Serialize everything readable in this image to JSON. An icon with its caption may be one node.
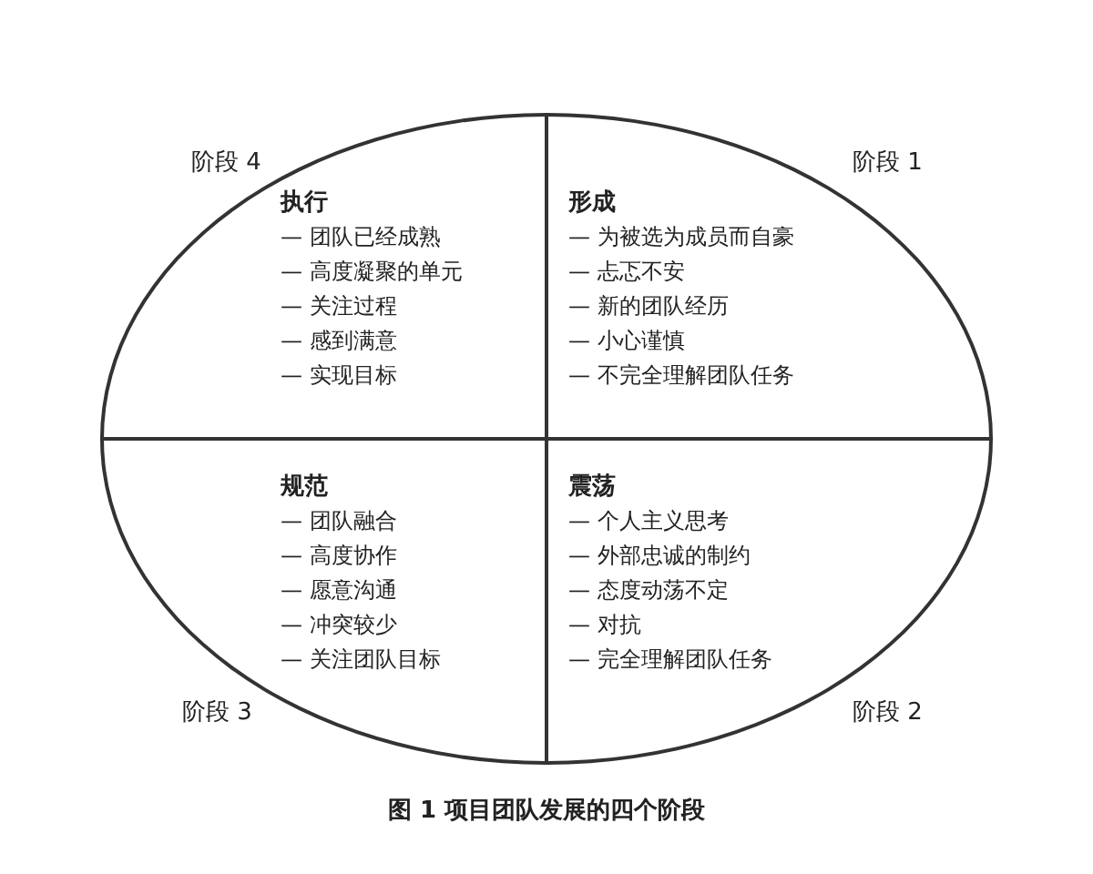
{
  "diagram": {
    "caption": "图 1 项目团队发展的四个阶段",
    "nodes": [
      {
        "text": [],
        "shape": "circle"
      },
      {
        "text": [
          "执行",
          "— 团队已经成熟",
          "— 高度凝聚的单元",
          "— 关注过程",
          "— 感到满意",
          "— 实现目标"
        ],
        "in": 0,
        "beside": [
          "阶段 4"
        ]
      },
      {
        "text": [
          "形成",
          "— 为被选为成员而自豪",
          "— 忐忑不安",
          "— 新的团队经历",
          "— 小心谨慎",
          "— 不完全理解团队任务"
        ],
        "in": 0,
        "beside": [
          "阶段 1"
        ]
      },
      {
        "text": [
          "规范",
          "— 团队融合",
          "— 高度协作",
          "— 愿意沟通",
          "— 冲突较少",
          "— 关注团队目标"
        ],
        "in": 0,
        "beside": [
          "阶段 3"
        ]
      },
      {
        "text": [
          "震荡",
          "— 个人主义思考",
          "— 外部忠诚的制约",
          "— 态度动荡不定",
          "— 对抗",
          "— 完全理解团队任务"
        ],
        "in": 0,
        "beside": [
          "阶段 2"
        ]
      }
    ],
    "edges": []
  }
}
